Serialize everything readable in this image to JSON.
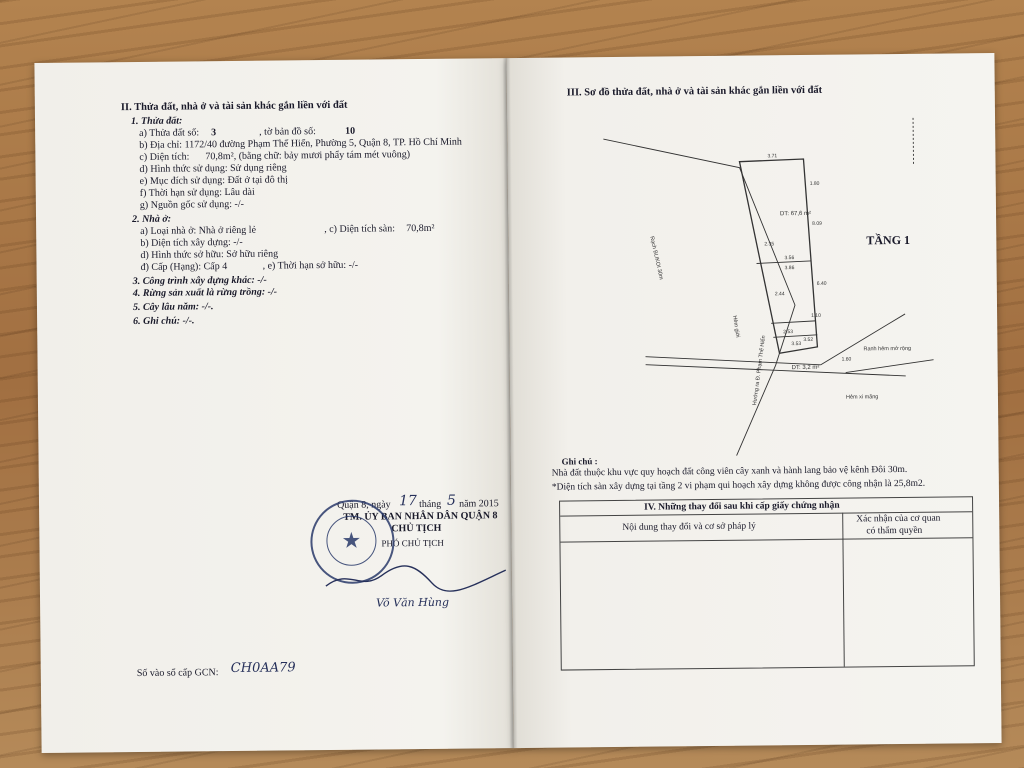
{
  "left": {
    "section_title": "II. Thửa đất, nhà ở và tài sản khác gắn liền với đất",
    "land_heading": "1. Thửa đất:",
    "parcel_label": "a) Thửa đất số:",
    "parcel_no": "3",
    "map_label": ", tờ bản đồ số:",
    "map_no": "10",
    "address": "b) Địa chỉ:  1172/40 đường Phạm Thế Hiển, Phường 5, Quận 8, TP. Hồ Chí Minh",
    "area_label": "c) Diện tích:",
    "area_value": "70,8m², (bằng chữ: bảy mươi phẩy tám mét vuông)",
    "use_form": "d) Hình thức sử dụng:    Sử dụng riêng",
    "purpose": "e) Mục đích sử dụng:   Đất ở tại đô thị",
    "term": "f) Thời hạn sử dụng:   Lâu dài",
    "origin": "g) Nguồn gốc sử dụng:  -/-",
    "house_heading": "2. Nhà ở:",
    "house_type": "a) Loại nhà ở:    Nhà ở riêng lẻ",
    "floor_area_label": ", c) Diện tích sàn:",
    "floor_area_value": "70,8m²",
    "built_area": "b) Diện tích xây dựng:   -/-",
    "ownership": "d) Hình thức sở hữu:        Sở hữu riêng",
    "grade": "đ) Cấp (Hạng):  Cấp 4",
    "own_term": ", e) Thời hạn sở hữu:        -/-",
    "other_works": "3. Công trình xây dựng khác: -/-",
    "forest": "4. Rừng sản xuất là rừng trồng: -/-",
    "perennial": "5. Cây lâu năm: -/-.",
    "notes": "6. Ghi chú: -/-.",
    "date_line": "Quận 8, ngày",
    "day": "17",
    "month_label": "tháng",
    "month": "5",
    "year": "năm 2015",
    "authority": "TM. ỦY BAN NHÂN DÂN QUẬN 8",
    "title1": "CHỦ TỊCH",
    "title2": "PHÓ CHỦ TỊCH",
    "signer": "Võ Văn Hùng",
    "registry_label": "Số vào sổ cấp GCN:",
    "registry_no": "CH0AA79"
  },
  "right": {
    "section_title": "III. Sơ đồ thửa đất, nhà ở và tài sản khác gắn liền với đất",
    "floor_label": "TẦNG 1",
    "road_label_1": "Rạch BLIKOI 30m",
    "road_label_2": "Hẻm giới",
    "road_label_3": "Hướng ra Đ. Phạm Thế Hiển",
    "road_label_4": "Hẻm xi măng",
    "road_label_5": "Ranh hẻm mở rộng",
    "dt_main": "DT: 67,6 m²",
    "dt_small": "DT: 3,2 m²",
    "dims": [
      "3.71",
      "1.80",
      "8.09",
      "3.56",
      "3.86",
      "2.35",
      "2.44",
      "6.40",
      "1.10",
      "2.53",
      "3.53",
      "3.52",
      "1.60"
    ],
    "note_title": "Ghi chú :",
    "note_line1": "Nhà đất thuộc khu vực quy hoạch đất công viên cây xanh và hành lang bảo vệ kênh Đôi 30m.",
    "note_line2": "*Diện tích sàn xây dựng tại tầng 2 vi phạm qui hoạch xây dựng không được công nhận là 25,8m2.",
    "table_title": "IV. Những thay đổi sau khi cấp giấy chứng nhận",
    "col1": "Nội dung thay đổi và cơ sở pháp lý",
    "col2a": "Xác nhận của cơ quan",
    "col2b": "có thẩm quyền"
  },
  "colors": {
    "ink": "#1a1a2a",
    "stamp": "#2a3a6a"
  }
}
